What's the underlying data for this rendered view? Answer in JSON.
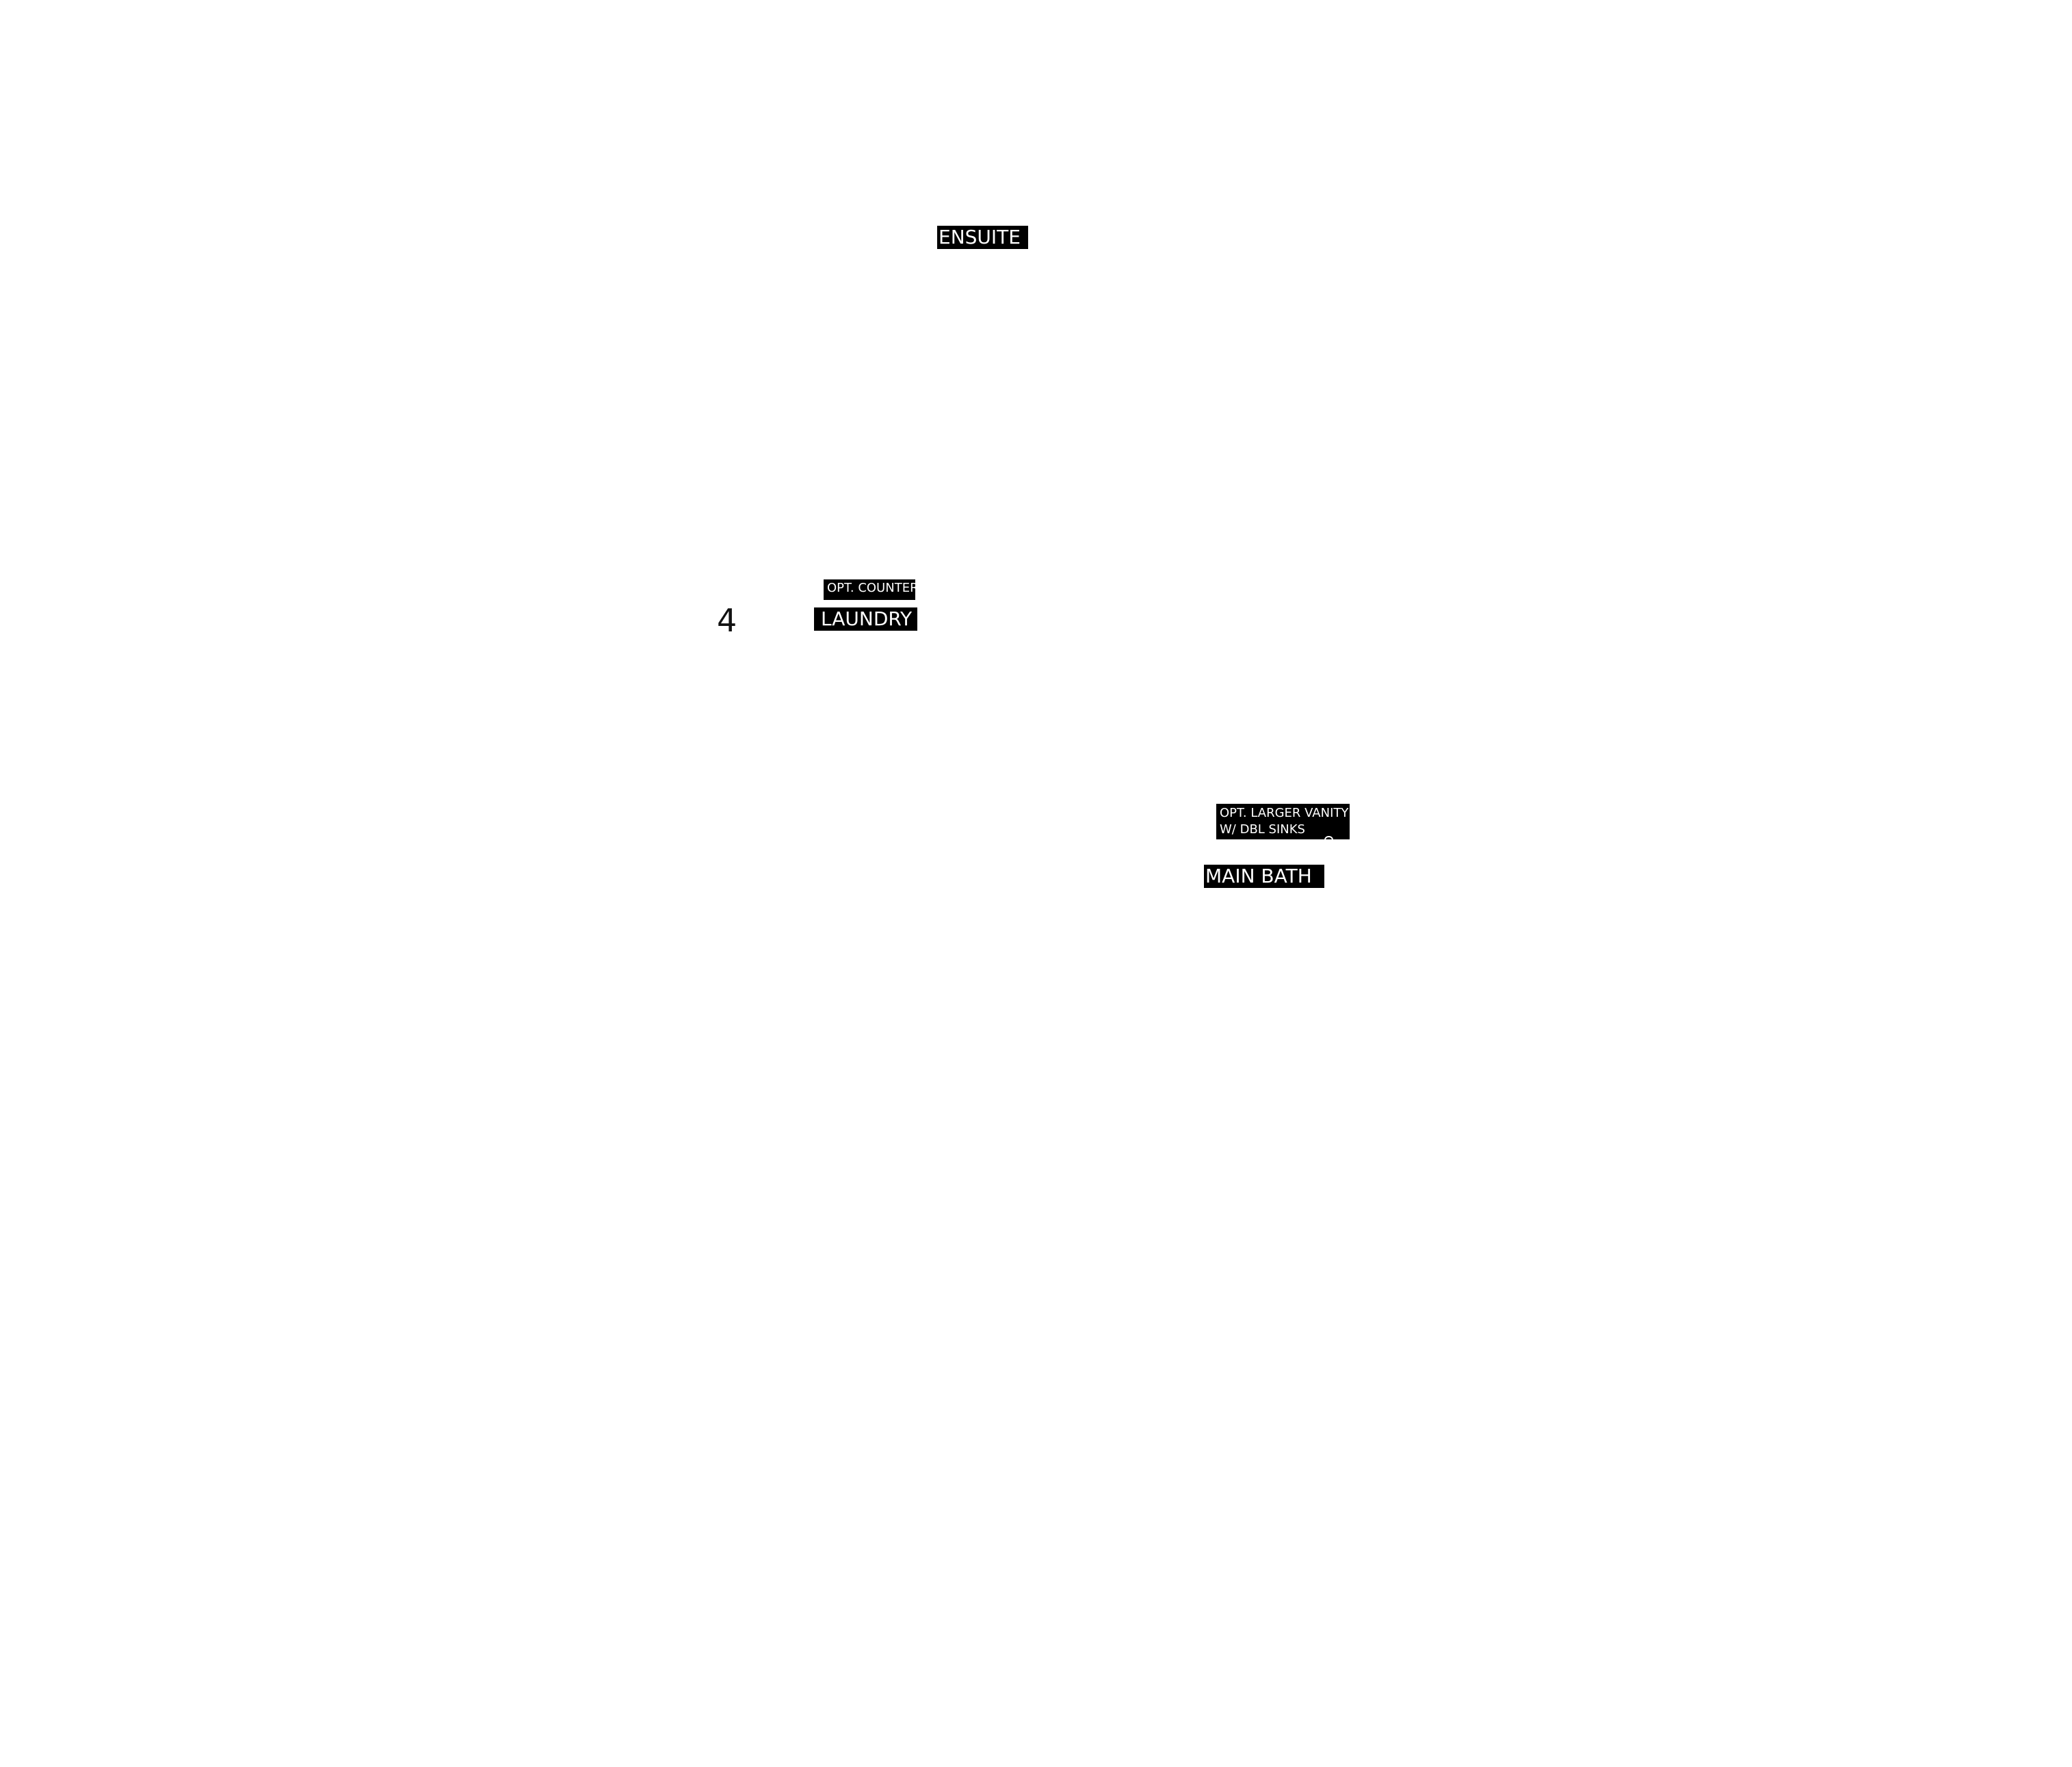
{
  "plan": {
    "room_number": "4",
    "labels": {
      "ensuite": "ENSUITE",
      "opt_counter": "OPT. COUNTER",
      "laundry": "LAUNDRY",
      "opt_vanity_line1": "OPT. LARGER VANITY",
      "opt_vanity_line2": "W/ DBL SINKS",
      "main_bath": "MAIN BATH"
    }
  },
  "colors": {
    "background": "#ffffff",
    "label_background": "#000000",
    "label_text": "#ffffff"
  }
}
